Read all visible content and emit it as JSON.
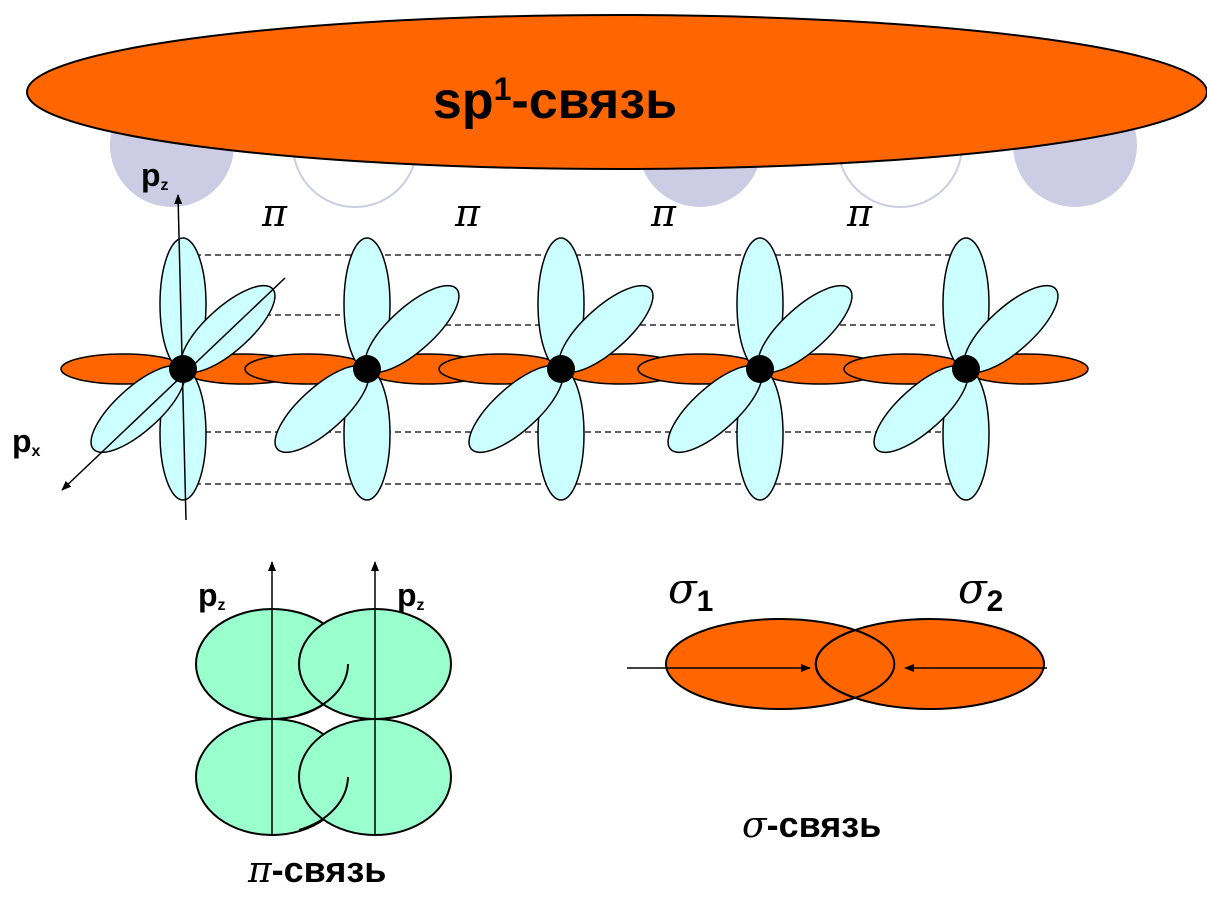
{
  "title": {
    "main": "sp",
    "superscript": "1",
    "suffix": "-связь"
  },
  "axis_labels": {
    "pz_top": "p",
    "pz_top_sub": "z",
    "px": "p",
    "px_sub": "x"
  },
  "pi_symbol": "π",
  "pi_labels": [
    "π",
    "π",
    "π",
    "π"
  ],
  "pi_bond": {
    "pz_left": "p",
    "pz_left_sub": "z",
    "pz_right": "p",
    "pz_right_sub": "z",
    "caption_symbol": "π",
    "caption_text": "-связь"
  },
  "sigma_bond": {
    "sigma1": "σ",
    "sigma1_sub": "1",
    "sigma2": "σ",
    "sigma2_sub": "2",
    "caption_symbol": "σ",
    "caption_text": "-связь"
  },
  "colors": {
    "sp_orbital": "#FF6600",
    "p_orbital": "#CCFFFF",
    "pi_overlap": "#99FFCC",
    "background_lobe": "#CCCCE5",
    "nucleus": "#000000"
  }
}
